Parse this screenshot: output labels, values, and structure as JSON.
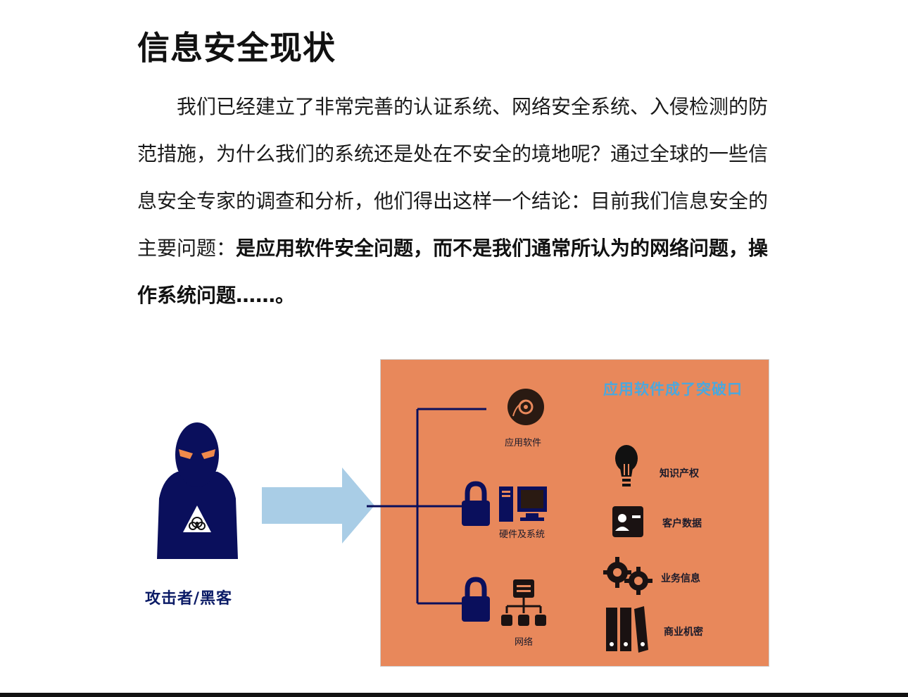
{
  "title": "信息安全现状",
  "paragraph": {
    "normal": "我们已经建立了非常完善的认证系统、网络安全系统、入侵检测的防范措施，为什么我们的系统还是处在不安全的境地呢？通过全球的一些信息安全专家的调查和分析，他们得出这样一个结论：目前我们信息安全的主要问题：",
    "bold": "是应用软件安全问题，而不是我们通常所认为的网络问题，操作系统问题……。"
  },
  "attacker": {
    "label": "攻击者/黑客",
    "icon": "hacker-icon"
  },
  "panel": {
    "title": "应用软件成了突破口",
    "background": "#e8885b",
    "targets": [
      {
        "label": "应用软件",
        "icon": "software-disc-icon"
      },
      {
        "label": "硬件及系统",
        "icon": "computer-icon"
      },
      {
        "label": "网络",
        "icon": "network-icon"
      }
    ],
    "assets": [
      {
        "label": "知识产权",
        "icon": "lightbulb-icon"
      },
      {
        "label": "客户数据",
        "icon": "contact-card-icon"
      },
      {
        "label": "业务信息",
        "icon": "gears-icon"
      },
      {
        "label": "商业机密",
        "icon": "binders-icon"
      }
    ]
  },
  "colors": {
    "navy": "#0a0f5c",
    "arrow": "#a9cde6",
    "title_blue": "#4aa8de"
  }
}
